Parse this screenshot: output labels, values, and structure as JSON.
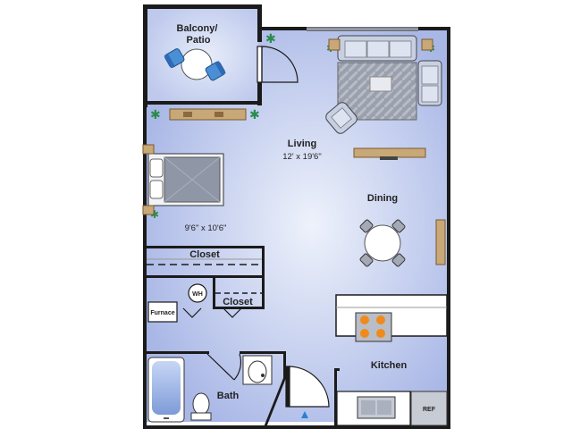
{
  "plan": {
    "rooms": {
      "balcony": "Balcony/\nPatio",
      "living": "Living",
      "living_dim": "12' x 19'6\"",
      "bedroom_dim": "9'6\" x 10'6\"",
      "dining": "Dining",
      "closet_hall": "Closet",
      "closet_small": "Closet",
      "kitchen": "Kitchen",
      "bath": "Bath"
    },
    "fixtures": {
      "furnace": "Furnace",
      "water_heater": "WH",
      "refrigerator": "REF"
    },
    "colors": {
      "floor_center": "#eef2fb",
      "floor_edge": "#a9b7e6",
      "wall": "#1b1b1b",
      "wood": "#c9a877",
      "chair": "#4a8fd6",
      "stove_burner": "#f08a1c"
    }
  }
}
